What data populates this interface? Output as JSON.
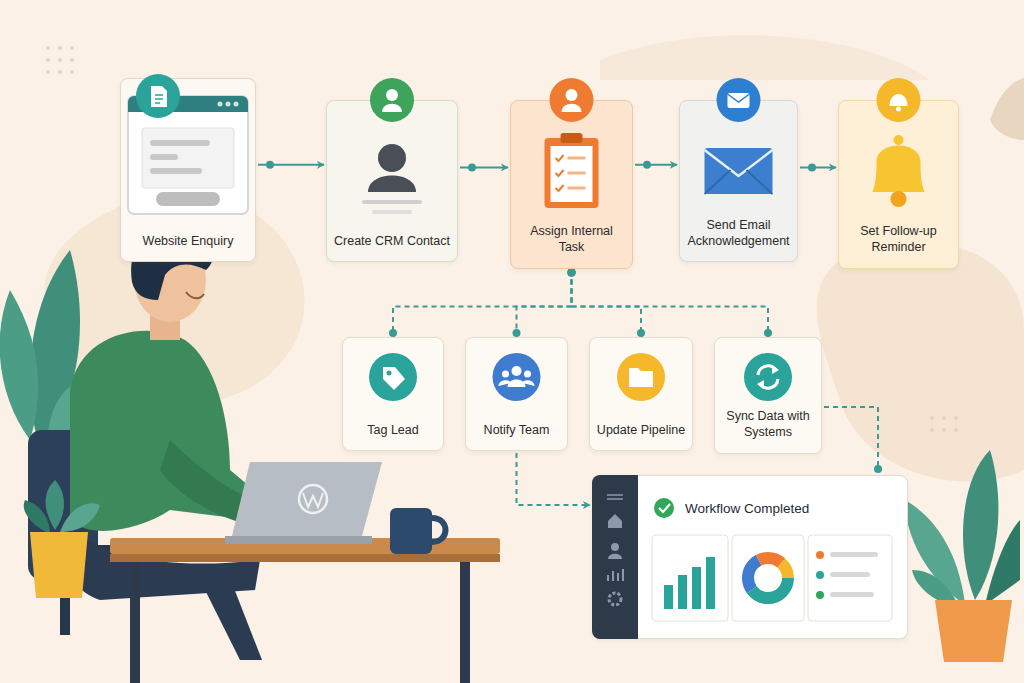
{
  "diagram": {
    "nodes": [
      {
        "text": [
          "Website Enquiry"
        ]
      },
      {
        "text": [
          "Create CRM Contact"
        ]
      },
      {
        "text": [
          "Assign Internal Task"
        ]
      },
      {
        "text": [
          "Send Email Acknowledgement"
        ]
      },
      {
        "text": [
          "Set Follow-up Reminder"
        ]
      },
      {
        "text": [
          "Tag Lead"
        ]
      },
      {
        "text": [
          "Notify Team"
        ]
      },
      {
        "text": [
          "Update Pipeline"
        ]
      },
      {
        "text": [
          "Sync Data with Systems"
        ]
      },
      {
        "text": [
          "Workflow Completed"
        ]
      }
    ],
    "edges": [
      {
        "from": 0,
        "to": 1,
        "arrow": "to"
      },
      {
        "from": 1,
        "to": 2,
        "arrow": "to"
      },
      {
        "from": 2,
        "to": 3,
        "arrow": "to"
      },
      {
        "from": 3,
        "to": 4,
        "arrow": "to"
      },
      {
        "from": 2,
        "to": 5,
        "arrow": "none"
      },
      {
        "from": 2,
        "to": 6,
        "arrow": "none"
      },
      {
        "from": 2,
        "to": 7,
        "arrow": "none"
      },
      {
        "from": 2,
        "to": 8,
        "arrow": "none"
      },
      {
        "from": 6,
        "to": 9,
        "arrow": "to"
      },
      {
        "from": 8,
        "to": 9,
        "arrow": "none"
      }
    ]
  }
}
